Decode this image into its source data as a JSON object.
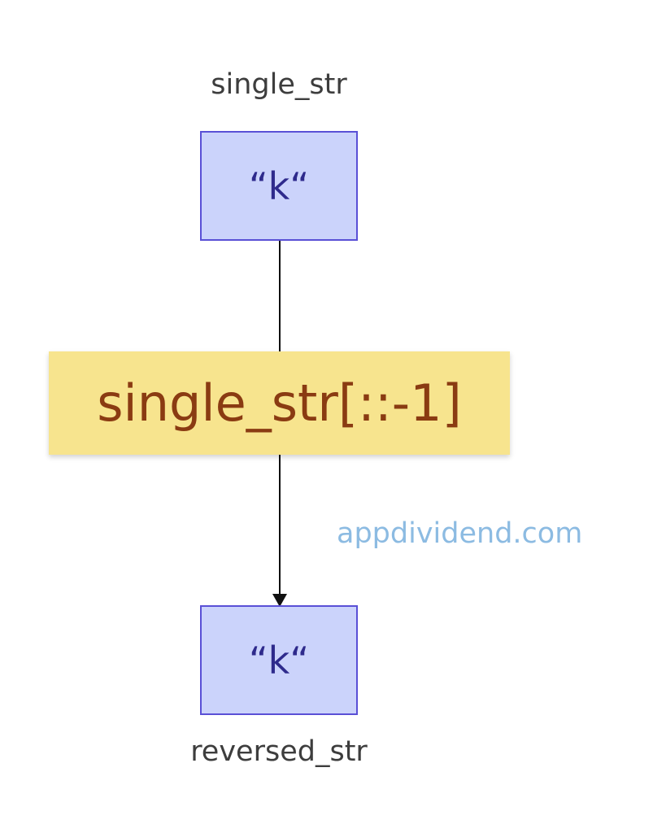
{
  "diagram": {
    "input": {
      "name": "single_str",
      "value": "“k“"
    },
    "operation": {
      "expression": "single_str[::-1]"
    },
    "output": {
      "name": "reversed_str",
      "value": "“k“"
    },
    "watermark": "appdividend.com",
    "colors": {
      "node_fill": "#cbd3fb",
      "node_border": "#5a50d6",
      "node_text": "#2e2a8c",
      "operation_fill": "#f7e48e",
      "operation_text": "#8a3b12",
      "label_text": "#3d3d3d",
      "watermark_text": "#8cbbe2"
    }
  }
}
